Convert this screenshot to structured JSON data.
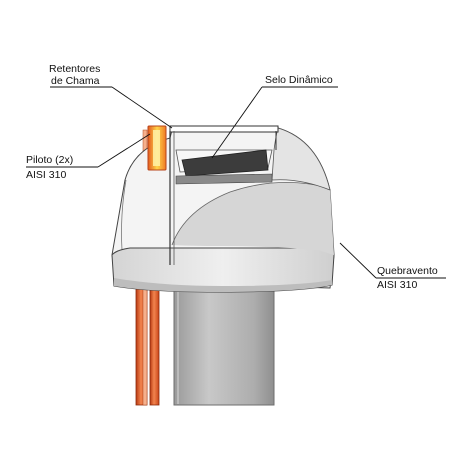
{
  "labels": {
    "retentores_line1": "Retentores",
    "retentores_line2": "de Chama",
    "selo": "Selo Dinâmico",
    "piloto_line1": "Piloto (2x)",
    "piloto_line2": "AISI 310",
    "quebravento_line1": "Quebravento",
    "quebravento_line2": "AISI 310"
  },
  "colors": {
    "pipe_orange": "#e8602c",
    "flame_yellow": "#ffd24a",
    "hood_light": "#e6e6e6",
    "hood_shadow": "#c4c4c4",
    "stack_gray": "#b2b2b2",
    "seal_dark": "#3c3c3c"
  }
}
